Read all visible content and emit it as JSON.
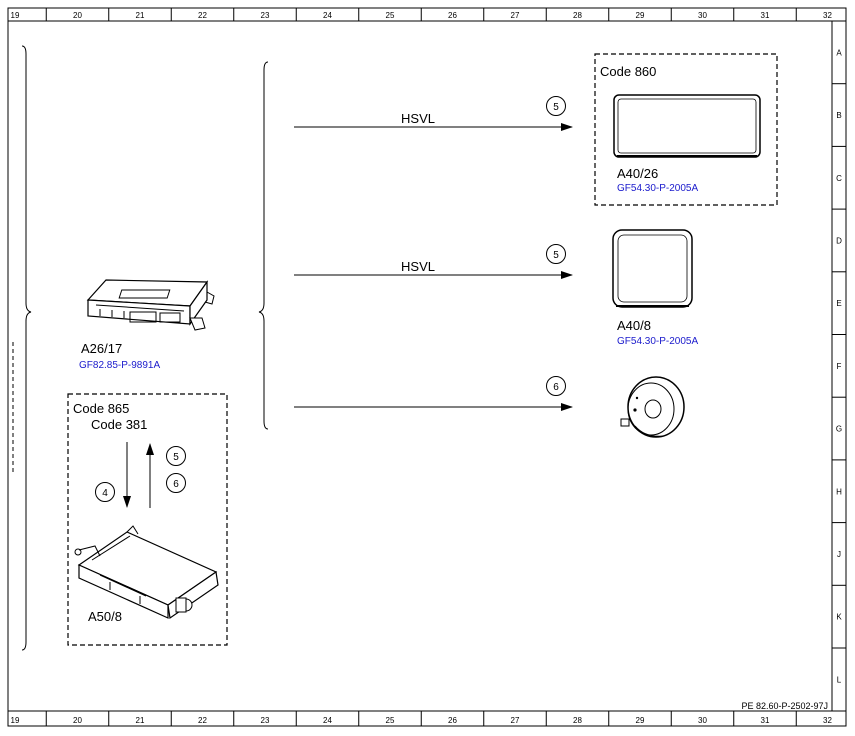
{
  "ruler": {
    "columns": [
      "19",
      "20",
      "21",
      "22",
      "23",
      "24",
      "25",
      "26",
      "27",
      "28",
      "29",
      "30",
      "31",
      "32"
    ],
    "rows": [
      "A",
      "B",
      "C",
      "D",
      "E",
      "F",
      "G",
      "H",
      "J",
      "K",
      "L"
    ]
  },
  "footer_code": "PE 82.60-P-2502-97J",
  "components": {
    "a26_17": {
      "id": "A26/17",
      "ref": "GF82.85-P-9891A"
    },
    "a40_26": {
      "code_box": "Code 860",
      "id": "A40/26",
      "ref": "GF54.30-P-2005A"
    },
    "a40_8": {
      "id": "A40/8",
      "ref": "GF54.30-P-2005A"
    },
    "a50_8": {
      "code_box": "Code 865",
      "sub_code": "Code 381",
      "id": "A50/8"
    }
  },
  "signals": {
    "line1": {
      "label": "HSVL",
      "step": "5"
    },
    "line2": {
      "label": "HSVL",
      "step": "5"
    },
    "line3": {
      "label": "",
      "step": "6"
    },
    "down_step": "4",
    "up_steps": [
      "5",
      "6"
    ]
  }
}
